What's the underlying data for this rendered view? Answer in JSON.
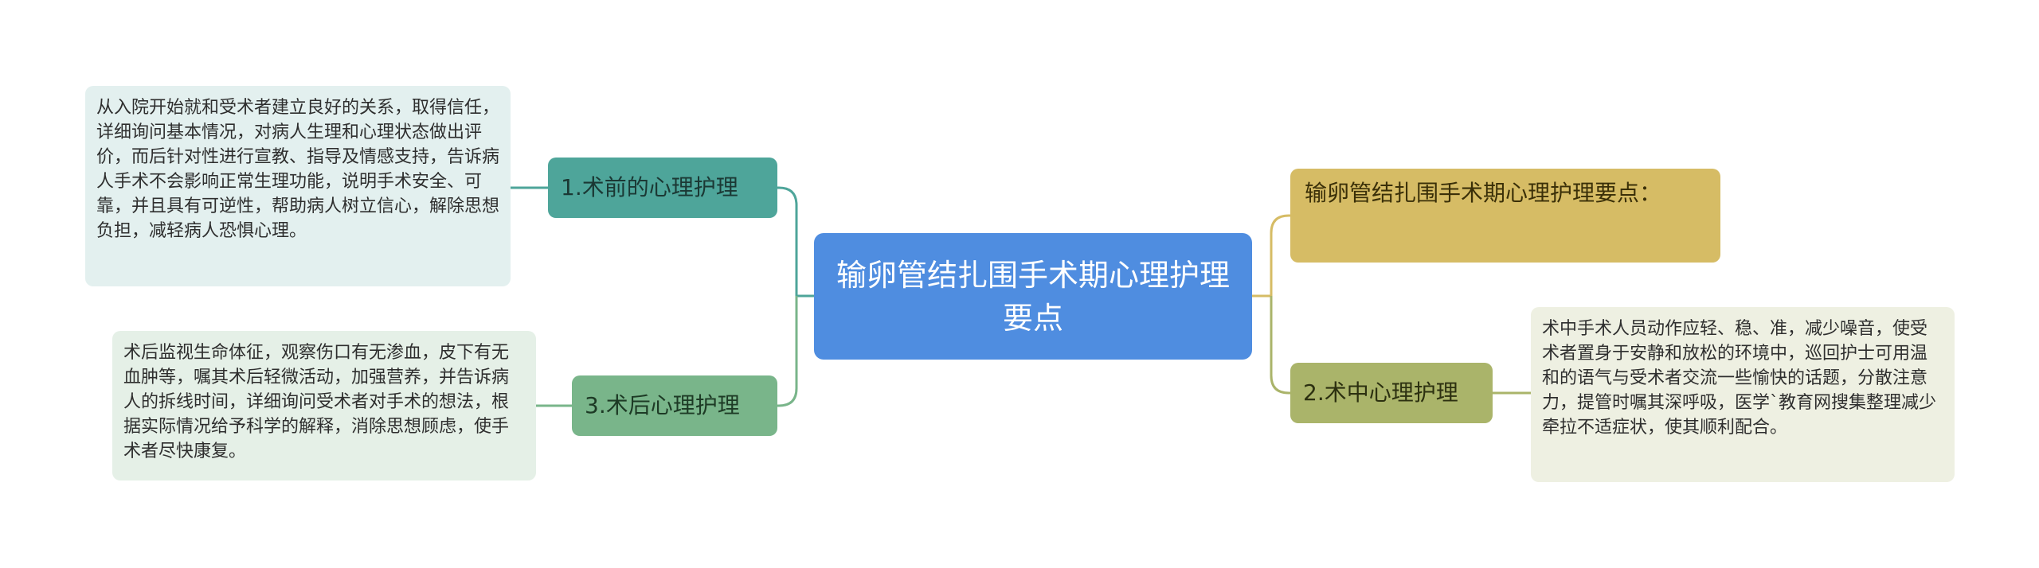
{
  "central": {
    "label": "输卵管结扎围手术期心理护理要点"
  },
  "branches": {
    "preop": {
      "label": "1.术前的心理护理",
      "detail": "从入院开始就和受术者建立良好的关系，取得信任，详细询问基本情况，对病人生理和心理状态做出评价，而后针对性进行宣教、指导及情感支持，告诉病人手术不会影响正常生理功能，说明手术安全、可靠，并且具有可逆性，帮助病人树立信心，解除思想负担，减轻病人恐惧心理。"
    },
    "postop": {
      "label": "3.术后心理护理",
      "detail": "术后监视生命体征，观察伤口有无渗血，皮下有无血肿等，嘱其术后轻微活动，加强营养，并告诉病人的拆线时间，详细询问受术者对手术的想法，根据实际情况给予科学的解释，消除思想顾虑，使手术者尽快康复。"
    },
    "summary": {
      "label": "输卵管结扎围手术期心理护理要点："
    },
    "intraop": {
      "label": "2.术中心理护理",
      "detail": "术中手术人员动作应轻、稳、准，减少噪音，使受术者置身于安静和放松的环境中，巡回护士可用温和的语气与受术者交流一些愉快的话题，分散注意力，提管时嘱其深呼吸，医学`教育网搜集整理减少牵拉不适症状，使其顺利配合。"
    }
  },
  "colors": {
    "central": "#4f8de0",
    "preop": "#4ea59a",
    "postop": "#79b58a",
    "summary": "#d6bc65",
    "intraop": "#aab46a"
  }
}
